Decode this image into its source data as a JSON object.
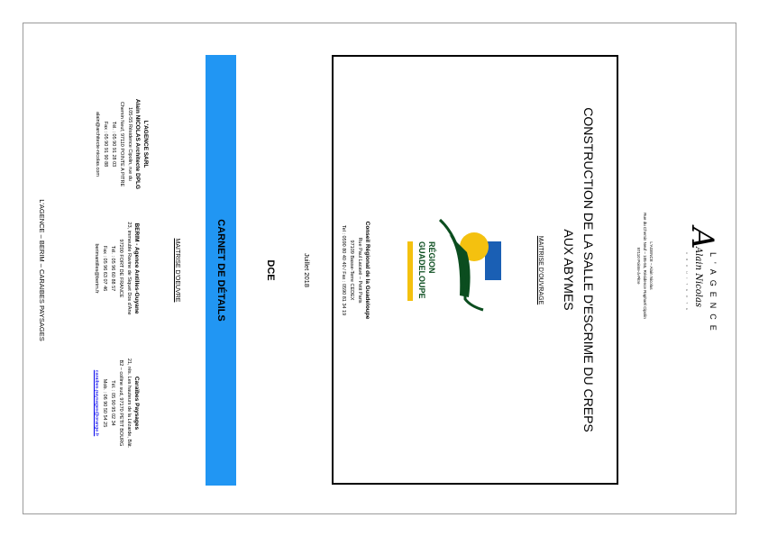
{
  "agency_header": {
    "brand_letter": "A",
    "brand_word": "L'AGENCE",
    "signature": "Alain Nicolas",
    "tagline": "ARCHITECTE",
    "line1": "L'AGENCE – Alain Nicolas",
    "line2": "Rue du Chemin Neuf – 105-55, Résidence Raphaël Cipolin",
    "line3": "97110 Pointe-à-Pitre"
  },
  "project": {
    "title_line1": "CONSTRUCTION DE LA SALLE D'ESCRIME DU CREPS",
    "title_line2": "AUX ABYMES"
  },
  "maitrise_ouvrage": {
    "heading": "MAITRISE D'OUVRAGE",
    "logo_text1": "RÉGION",
    "logo_text2": "GUADELOUPE",
    "name": "Conseil Régional de la Guadeloupe",
    "address1": "Rue Paul Lacavé – Petit Paris",
    "address2": "97109 Basse-Terre CEDEX",
    "phone": "Tel : 0590 80 40 40 / Fax : 0590 81 34 19"
  },
  "document": {
    "date": "Juillet 2018",
    "phase": "DCE",
    "type": "CARNET DE DÉTAILS"
  },
  "maitrise_oeuvre": {
    "heading": "MAITRISE D'OEUVRE",
    "agence": {
      "name1": "L'AGENCE SARL",
      "name2": "Alain NICOLAS Architecte DPLG",
      "address1": "105-55 Résidence Cipolin, rue du",
      "address2": "Chemin Neuf, 97110 POINTE A PITRE",
      "tel": "Tél. : 05 90 91 28 03",
      "fax": "Fax : 05 90 91 90 88",
      "email": "alain@architecte-nicolas.com"
    },
    "berim": {
      "name": "BERIM - Agence Antilles-Guyane",
      "address1": "23, immeuble Ravine de Siquet Dos d'Ane",
      "address2": "97200 FORT DE FRANCE",
      "tel": "Tél. : 05 96 60 88 57",
      "fax": "Fax : 05 96 63 07 46",
      "email": "berimantilles@berim.fr"
    },
    "caraibes": {
      "name": "Caraïbes Paysages",
      "address1": "21, rés. Les hauteurs de la Lézarde, Bât.",
      "address2": "B2 – colline sud, 97170 PETIT BOURG",
      "tel": "Tél. : 05 90 95 02 34",
      "mob": "Mob. : 06 90 50 54 25",
      "email": "caraibes.paysages@orange.fr"
    }
  },
  "footer": "L'AGENCE – BERIM – CARAIBES PAYSAGES",
  "colors": {
    "bar": "#2196f3",
    "logo_yellow": "#f4c10f",
    "logo_green": "#0b4d1f",
    "logo_blue": "#1a5fb4"
  }
}
